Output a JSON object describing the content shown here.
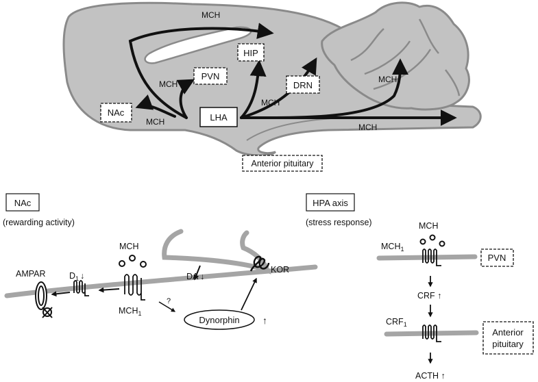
{
  "brain": {
    "labels": {
      "mch_top": "MCH",
      "hip": "HIP",
      "pvn": "PVN",
      "mch_pvn": "MCH",
      "drn": "DRN",
      "mch_cb": "MCH",
      "nac": "NAc",
      "lha": "LHA",
      "mch_drn": "MCH",
      "mch_nac": "MCH",
      "mch_bottom": "MCH",
      "pituitary": "Anterior pituitary"
    }
  },
  "nac_panel": {
    "title": "NAc",
    "subtitle": "(rewarding activity)",
    "mch": "MCH",
    "ampar": "AMPAR",
    "d1": "D",
    "d1_sub": "1",
    "d1_arrow": "↓",
    "mch1": "MCH",
    "mch1_sub": "1",
    "da": "DA ↓",
    "kor": "KOR",
    "question": "?",
    "dynorphin": "Dynorphin",
    "up": "↑"
  },
  "hpa_panel": {
    "title": "HPA axis",
    "subtitle": "(stress response)",
    "mch": "MCH",
    "mch1": "MCH",
    "mch1_sub": "1",
    "pvn": "PVN",
    "crf": "CRF ↑",
    "crf1": "CRF",
    "crf1_sub": "1",
    "pituitary_l1": "Anterior",
    "pituitary_l2": "pituitary",
    "acth": "ACTH ↑"
  }
}
